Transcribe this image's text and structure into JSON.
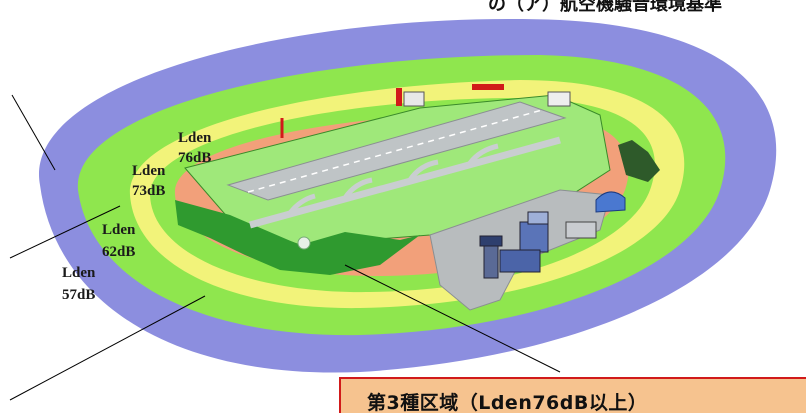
{
  "header_fragment": "の（ア）航空機騒音環境基準",
  "contours": [
    {
      "id": "zone-57",
      "line1": "Lden",
      "line2": "57dB",
      "color": "#8c8edf"
    },
    {
      "id": "zone-62",
      "line1": "Lden",
      "line2": "62dB",
      "color": "#f2f37a"
    },
    {
      "id": "zone-73",
      "line1": "Lden",
      "line2": "73dB",
      "color": "#8fe64e"
    },
    {
      "id": "zone-76",
      "line1": "Lden",
      "line2": "76dB",
      "color": "#f2a07a"
    }
  ],
  "callout": {
    "text": "第3種区域（Lden76dB以上）",
    "background": "#f6c38f",
    "border": "#d11a1a"
  }
}
